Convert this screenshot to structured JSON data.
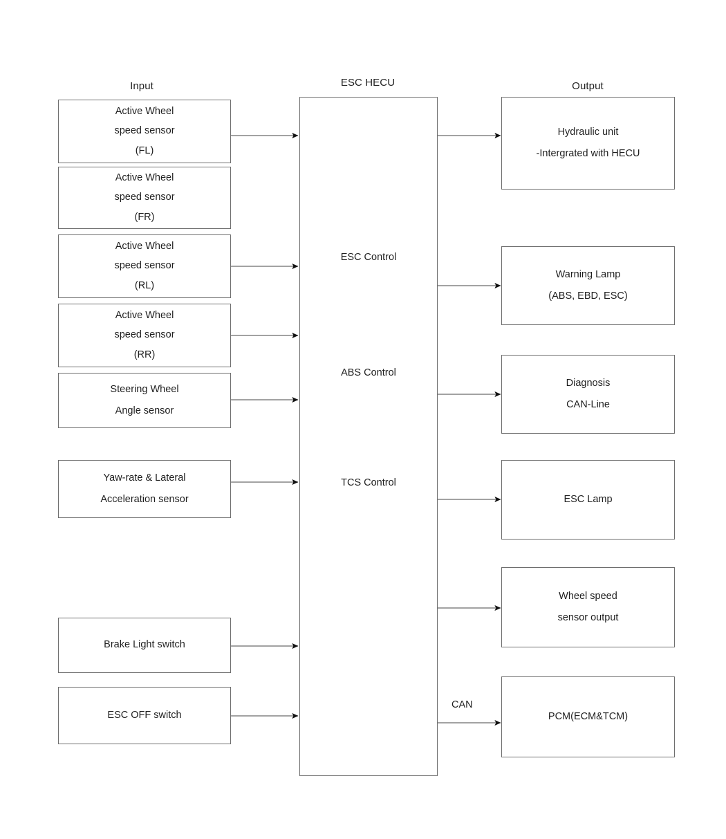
{
  "diagram": {
    "title_columns": {
      "input": "Input",
      "hecu": "ESC HECU",
      "output": "Output"
    },
    "input_nodes": [
      {
        "id": "ws-fl",
        "lines": [
          "Active Wheel",
          "speed sensor",
          "(FL)"
        ]
      },
      {
        "id": "ws-fr",
        "lines": [
          "Active Wheel",
          "speed sensor",
          "(FR)"
        ]
      },
      {
        "id": "ws-rl",
        "lines": [
          "Active Wheel",
          "speed sensor",
          "(RL)"
        ]
      },
      {
        "id": "ws-rr",
        "lines": [
          "Active Wheel",
          "speed sensor",
          "(RR)"
        ]
      },
      {
        "id": "steering-angle",
        "lines": [
          "Steering Wheel",
          "Angle sensor"
        ]
      },
      {
        "id": "yaw-lateral",
        "lines": [
          "Yaw-rate & Lateral",
          "Acceleration sensor"
        ]
      },
      {
        "id": "brake-light-switch",
        "lines": [
          "Brake Light switch"
        ]
      },
      {
        "id": "esc-off-switch",
        "lines": [
          "ESC OFF switch"
        ]
      }
    ],
    "hecu_functions": [
      {
        "id": "esc-control",
        "label": "ESC Control"
      },
      {
        "id": "abs-control",
        "label": "ABS Control"
      },
      {
        "id": "tcs-control",
        "label": "TCS Control"
      }
    ],
    "output_nodes": [
      {
        "id": "hydraulic-unit",
        "lines": [
          "Hydraulic unit",
          "-Intergrated with HECU"
        ]
      },
      {
        "id": "warning-lamp",
        "lines": [
          "Warning Lamp",
          "(ABS, EBD, ESC)"
        ]
      },
      {
        "id": "diagnosis-can-line",
        "lines": [
          "Diagnosis",
          "CAN-Line"
        ]
      },
      {
        "id": "esc-lamp",
        "lines": [
          "ESC Lamp"
        ]
      },
      {
        "id": "wheel-speed-sensor-output",
        "lines": [
          "Wheel speed",
          "sensor output"
        ]
      },
      {
        "id": "pcm",
        "lines": [
          "PCM(ECM&TCM)"
        ]
      }
    ],
    "edge_labels": [
      {
        "id": "can-label",
        "text": "CAN"
      }
    ],
    "colors": {
      "border": "#6e6e6e",
      "text": "#1f1f1f",
      "background": "#ffffff",
      "arrow": "#4a4a4a"
    }
  }
}
